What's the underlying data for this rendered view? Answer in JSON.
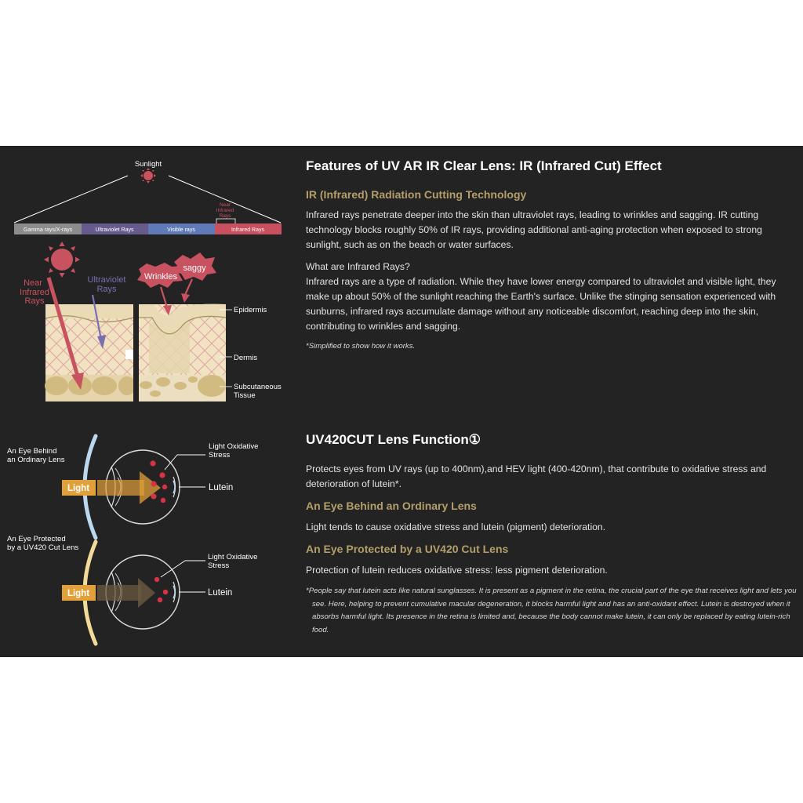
{
  "ir_section": {
    "title": "Features of UV AR IR Clear Lens: IR (Infrared Cut) Effect",
    "subtitle": "IR (Infrared) Radiation Cutting Technology",
    "paragraph1": "Infrared rays penetrate deeper into the skin than ultraviolet rays, leading to wrinkles and sagging. IR cutting technology blocks roughly 50% of IR rays, providing additional anti-aging protection when exposed to strong sunlight, such as on the beach or water surfaces.",
    "question": "What are Infrared Rays?",
    "paragraph2": "Infrared rays are a type of radiation. While they have lower energy compared to ultraviolet and visible light, they make up about 50% of the sunlight reaching the Earth's surface. Unlike the stinging sensation experienced with sunburns, infrared rays accumulate damage without any noticeable discomfort, reaching deep into the skin, contributing to wrinkles and sagging.",
    "note": "*Simplified to show how it works."
  },
  "uv_section": {
    "title": "UV420CUT Lens Function①",
    "paragraph1": "Protects eyes from UV rays (up to 400nm),and HEV light (400-420nm), that contribute to oxidative stress and deterioration of lutein*.",
    "subtitle1": "An Eye Behind an Ordinary Lens",
    "paragraph2": "Light tends to cause oxidative stress and lutein (pigment) deterioration.",
    "subtitle2": "An Eye Protected by a UV420 Cut Lens",
    "paragraph3": "Protection of lutein reduces oxidative stress: less pigment deterioration.",
    "footnote": "*People say that lutein acts like natural sunglasses. It is present as a pigment in the retina, the crucial part of the eye that receives light and lets you see. Here, helping to prevent cumulative macular degeneration, it blocks harmful light and has an anti-oxidant effect. Lutein is destroyed when it absorbs harmful light. Its presence in the retina is limited and, because the body cannot make lutein, it can only be replaced by eating lutein-rich food."
  },
  "skin_diagram": {
    "sunlight_label": "Sunlight",
    "near_ir_small": [
      "Near",
      "Infrared",
      "Rays"
    ],
    "spectrum": [
      "Gamma rays/X-rays",
      "Ultraviolet Rays",
      "Visible rays",
      "Infrared Rays"
    ],
    "near_ir_label": [
      "Near",
      "Infrared",
      "Rays"
    ],
    "uv_label": [
      "Ultraviolet",
      "Rays"
    ],
    "wrinkles_label": "Wrinkles",
    "saggy_label": "saggy",
    "epidermis_label": "Epidermis",
    "dermis_label": "Dermis",
    "subcutaneous_label": [
      "Subcutaneous",
      "Tissue"
    ]
  },
  "eye_diagram": {
    "ordinary_title": [
      "An Eye Behind",
      "an Ordinary Lens"
    ],
    "protected_title": [
      "An Eye Protected",
      "by a UV420 Cut Lens"
    ],
    "light_label": "Light",
    "stress_label": [
      "Light Oxidative",
      "Stress"
    ],
    "lutein_label": "Lutein"
  },
  "colors": {
    "background": "#232323",
    "accent_gold": "#b49e6a",
    "sun_red": "#c8525f",
    "uv_purple": "#7b6fb0",
    "light_orange": "#e2a03a"
  }
}
